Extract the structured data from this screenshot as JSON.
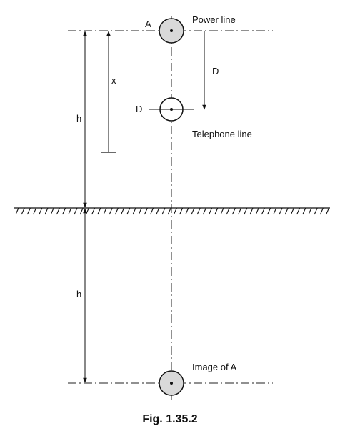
{
  "labels": {
    "power_line": "Power line",
    "telephone_line": "Telephone line",
    "image_of_a": "Image of A",
    "point_a": "A",
    "point_d": "D",
    "separation_d": "D",
    "distance_x": "x",
    "height_h_above": "h",
    "height_h_below": "h"
  },
  "caption": "Fig. 1.35.2",
  "colors": {
    "conductor_fill": "#d9d9d9",
    "ink": "#111111"
  }
}
